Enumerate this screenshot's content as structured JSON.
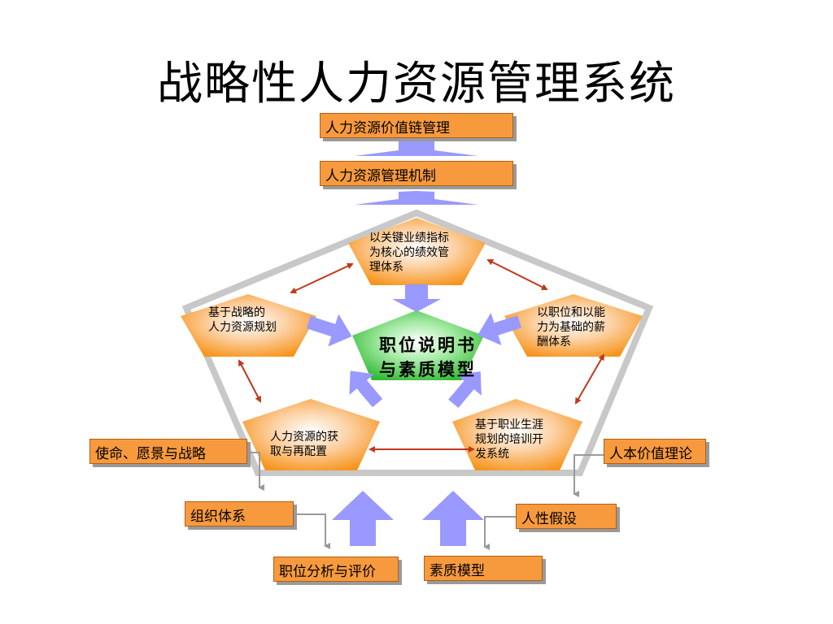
{
  "title": "战略性人力资源管理系统",
  "top_boxes": {
    "value_chain": "人力资源价值链管理",
    "mechanism": "人力资源管理机制"
  },
  "pentagons": {
    "performance": [
      "以关键业绩指标",
      "为核心的绩效管",
      "理体系"
    ],
    "planning": [
      "基于战略的",
      "人力资源规划"
    ],
    "compensation": [
      "以职位和以能",
      "力为基础的薪",
      "酬体系"
    ],
    "acquisition": [
      "人力资源的获",
      "取与再配置"
    ],
    "training": [
      "基于职业生涯",
      "规划的培训开",
      "发系统"
    ]
  },
  "center": [
    "职位说明书",
    "与素质模型"
  ],
  "bottom_boxes": {
    "mission": "使命、愿景与战略",
    "people_value": "人本价值理论",
    "organization": "组织体系",
    "human_nature": "人性假设",
    "job_analysis": "职位分析与评价",
    "competency": "素质模型"
  },
  "colors": {
    "box_fill": "#f79a3e",
    "pentagon_fill": "#f7941d",
    "center_fill": "#33bb33",
    "frame": "#c8c8c8",
    "arrow_blue": "#9999ff",
    "arrow_red": "#c0391b"
  }
}
